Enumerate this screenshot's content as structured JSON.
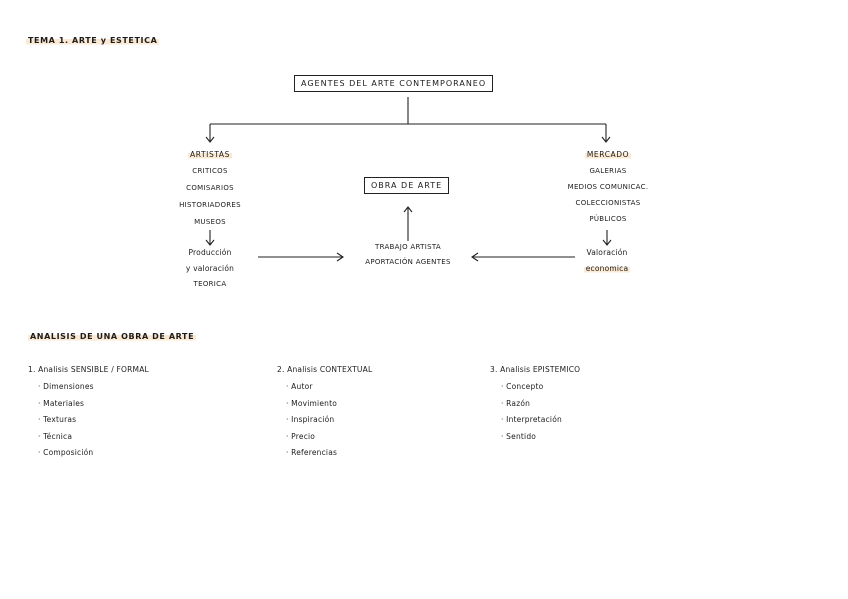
{
  "page_title": "TEMA 1. ARTE y ESTETICA",
  "diagram": {
    "root": "AGENTES DEL ARTE CONTEMPORANEO",
    "left_branch": {
      "title": "ARTISTAS",
      "items": [
        "CRITICOS",
        "COMISARIOS",
        "HISTORIADORES",
        "MUSEOS"
      ],
      "result_lines": [
        "Producción",
        "y valoración",
        "TEORICA"
      ]
    },
    "right_branch": {
      "title": "MERCADO",
      "items": [
        "GALERIAS",
        "MEDIOS COMUNICAC.",
        "COLECCIONISTAS",
        "PÚBLICOS"
      ],
      "result_lines": [
        "Valoración",
        "economica"
      ]
    },
    "center_box": "OBRA DE ARTE",
    "center_lines": [
      "TRABAJO ARTISTA",
      "APORTACIÓN AGENTES"
    ]
  },
  "analysis": {
    "title": "ANALISIS DE UNA OBRA DE ARTE",
    "columns": [
      {
        "heading": "1. Analisis SENSIBLE / FORMAL",
        "items": [
          "· Dimensiones",
          "· Materiales",
          "· Texturas",
          "· Técnica",
          "· Composición"
        ]
      },
      {
        "heading": "2. Analisis CONTEXTUAL",
        "items": [
          "· Autor",
          "· Movimiento",
          "· Inspiración",
          "· Precio",
          "· Referencias"
        ]
      },
      {
        "heading": "3. Analisis EPISTEMICO",
        "items": [
          "· Concepto",
          "· Razón",
          "· Interpretación",
          "· Sentido"
        ]
      }
    ]
  },
  "colors": {
    "ink": "#1c1c1c",
    "highlight": "#fbe9d3"
  }
}
